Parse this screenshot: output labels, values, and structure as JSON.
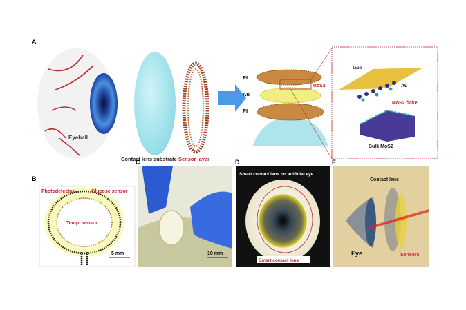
{
  "panels": {
    "a": {
      "letter": "A",
      "eyeball": "Eyeball",
      "substrate": "Contact lens substrate",
      "sensor_layer": "Sensor layer",
      "pi_top": "PI",
      "au": "Au",
      "pi_bottom": "PI",
      "mos2": "MoS2",
      "inset": {
        "tape": "tape",
        "au": "Au",
        "flake": "MoS2 flake",
        "bulk": "Bulk MoS2"
      }
    },
    "b": {
      "letter": "B",
      "photodetector": "Photodetector",
      "glucose": "Glucose sensor",
      "temp": "Temp. sensor",
      "scale": "5 mm"
    },
    "c": {
      "letter": "C",
      "scale": "10 mm"
    },
    "d": {
      "letter": "D",
      "title": "Smart contact lens on artificial eye",
      "caption": "Smart contact lens"
    },
    "e": {
      "letter": "E",
      "contact_lens": "Contact lens",
      "eye": "Eye",
      "sensors": "Sensors"
    }
  },
  "colors": {
    "red": "#c0262c",
    "lens": "#a8e4ec",
    "gold": "#d8a040",
    "yellow": "#f0ee80"
  }
}
